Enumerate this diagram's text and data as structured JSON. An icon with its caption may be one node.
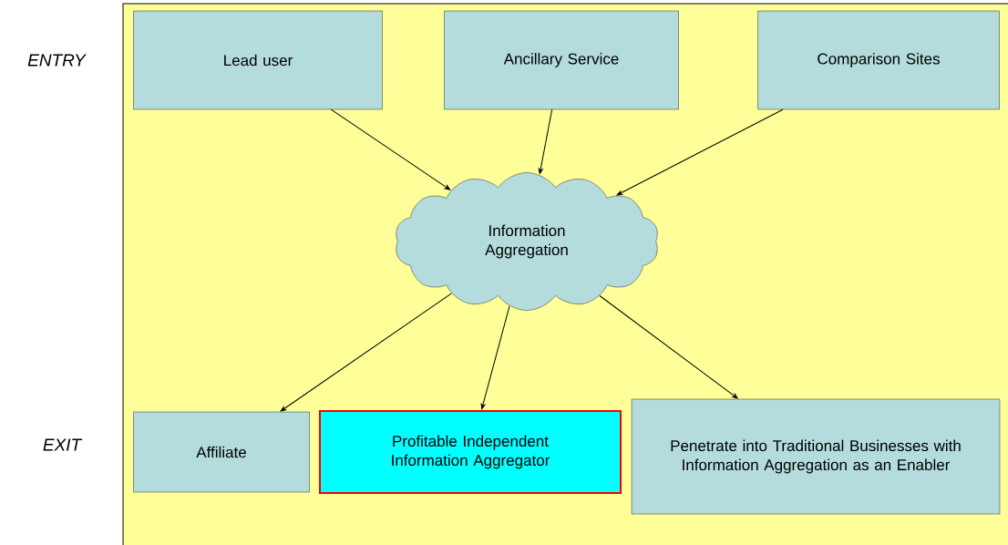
{
  "diagram": {
    "nodes": [
      {
        "text": [
          "Lead user"
        ]
      },
      {
        "text": [
          "Ancillary Service"
        ]
      },
      {
        "text": [
          "Comparison Sites"
        ]
      },
      {
        "text": [
          "Information Aggregation"
        ]
      },
      {
        "text": [
          "Affiliate"
        ]
      },
      {
        "text": [
          "Profitable Independent Information Aggregator"
        ]
      },
      {
        "text": [
          "Penetrate into Traditional Businesses with Information Aggregation as an Enabler"
        ]
      }
    ],
    "edges": [
      {
        "from": 0,
        "to": 3,
        "arrow": "to"
      },
      {
        "from": 1,
        "to": 3,
        "arrow": "to"
      },
      {
        "from": 2,
        "to": 3,
        "arrow": "to"
      },
      {
        "from": 3,
        "to": 4,
        "arrow": "to"
      },
      {
        "from": 3,
        "to": 5,
        "arrow": "to"
      },
      {
        "from": 3,
        "to": 6,
        "arrow": "to"
      }
    ],
    "labels": [
      "ENTRY",
      "EXIT"
    ]
  }
}
